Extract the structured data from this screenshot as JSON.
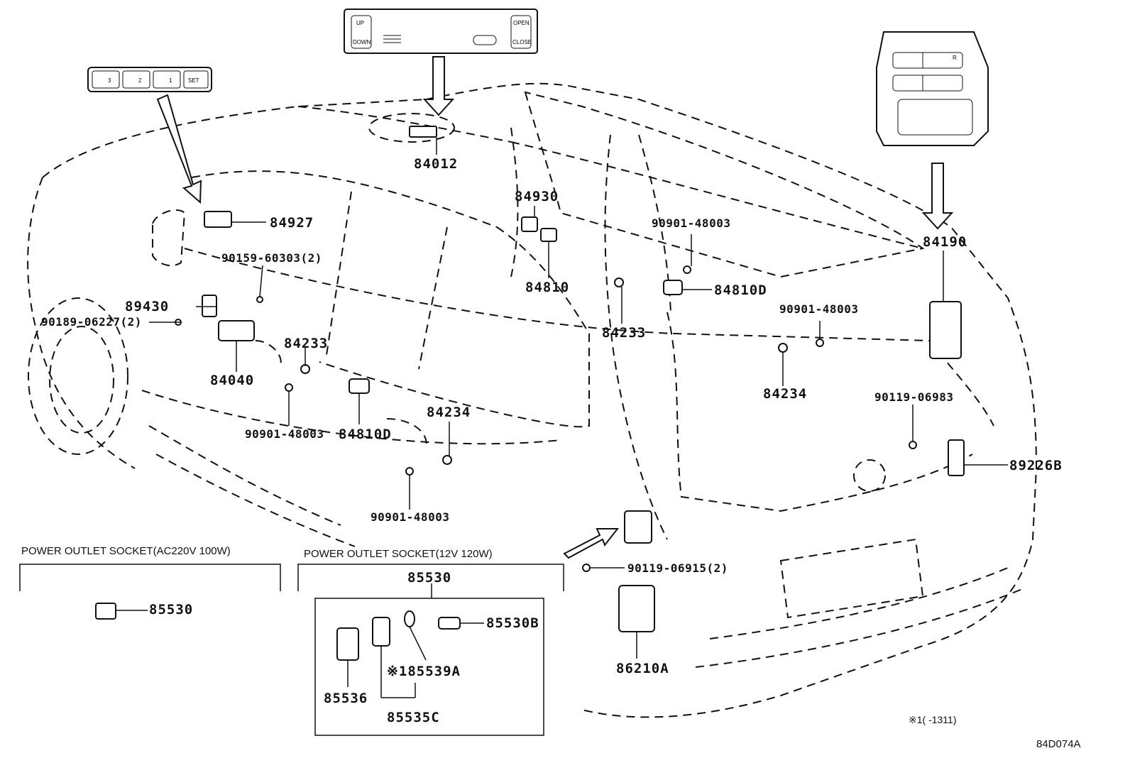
{
  "labels": {
    "p84012": "84012",
    "p84927": "84927",
    "p84930": "84930",
    "p84810": "84810",
    "p90901_top": "90901-48003",
    "p84190": "84190",
    "p90159": "90159-60303(2)",
    "p89430": "89430",
    "p90189": "90189-06227(2)",
    "p84810D_top": "84810D",
    "p84233_left": "84233",
    "p84233_right": "84233",
    "p90901_right": "90901-48003",
    "p84040": "84040",
    "p84234_right": "84234",
    "p90901_left": "90901-48003",
    "p84810D_mid": "84810D",
    "p84234_mid": "84234",
    "p90119_06983": "90119-06983",
    "p89226B": "89226B",
    "p90901_bottom": "90901-48003",
    "p90119_06915": "90119-06915(2)",
    "p85530_ac": "85530",
    "p85530_12v": "85530",
    "p85530B": "85530B",
    "p85539A": "※185539A",
    "p85536": "85536",
    "p85535C": "85535C",
    "p86210A": "86210A"
  },
  "sections": {
    "ac_outlet": "POWER OUTLET SOCKET(AC220V 100W)",
    "dc_outlet": "POWER OUTLET SOCKET(12V 120W)"
  },
  "footnote": "※1(     -1311)",
  "diagram_code": "84D074A",
  "buttons": {
    "seat_memory": [
      "3",
      "2",
      "1",
      "SET"
    ],
    "sunroof_left_top": "UP",
    "sunroof_left_bottom": "DOWN",
    "sunroof_right_top": "OPEN",
    "sunroof_right_bottom": "CLOSE",
    "rear_ctrl_r": "R"
  }
}
